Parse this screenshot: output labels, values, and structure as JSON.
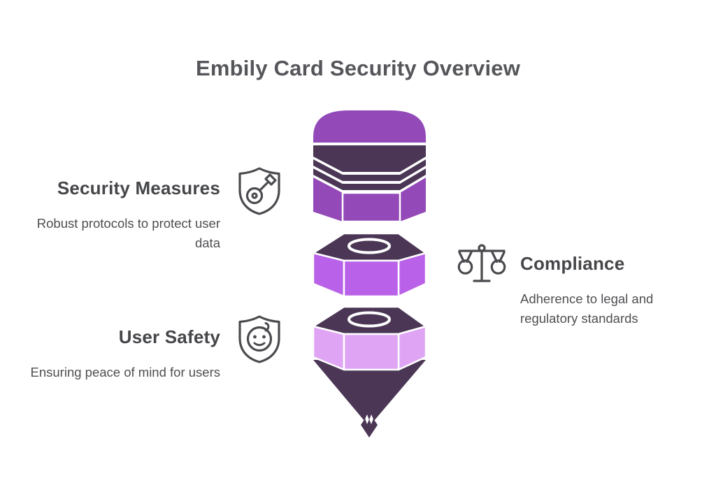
{
  "page": {
    "title": "Embily Card Security Overview"
  },
  "sections": [
    {
      "title": "Security Measures",
      "description": "Robust protocols to protect user data",
      "icon": "shield-key-icon",
      "align": "left"
    },
    {
      "title": "Compliance",
      "description": "Adherence to legal and regulatory standards",
      "icon": "scales-icon",
      "align": "right"
    },
    {
      "title": "User Safety",
      "description": "Ensuring peace of mind for users",
      "icon": "shield-face-icon",
      "align": "left"
    }
  ],
  "funnel": {
    "name": "pencil-funnel-graphic",
    "segments": [
      {
        "label": "eraser-cap",
        "fill": "#9449b8",
        "band_fill": "#4b3755"
      },
      {
        "label": "upper-hex-ring",
        "fill": "#b961e8",
        "top_fill": "#4b3755"
      },
      {
        "label": "lower-hex-ring",
        "fill": "#dfa5f4",
        "top_fill": "#4b3755"
      },
      {
        "label": "pencil-tip-cone",
        "fill": "#4b3755"
      }
    ]
  },
  "colors": {
    "background": "#ffffff",
    "title_text": "#55565a",
    "heading_text": "#454649",
    "body_text": "#4e4f52",
    "icon_stroke": "#4a4b4e",
    "purple_main": "#9449b8",
    "purple_dark": "#4b3755",
    "violet_mid": "#b961e8",
    "lavender_light": "#dfa5f4"
  }
}
